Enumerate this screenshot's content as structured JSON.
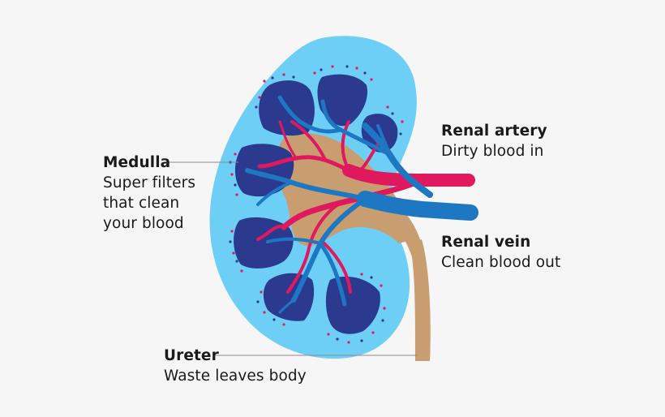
{
  "labels": {
    "medulla": {
      "title": "Medulla",
      "lines": [
        "Super filters",
        "that clean",
        "your blood"
      ]
    },
    "renal_artery": {
      "title": "Renal artery",
      "lines": [
        "Dirty blood in"
      ]
    },
    "renal_vein": {
      "title": "Renal vein",
      "lines": [
        "Clean blood out"
      ]
    },
    "ureter": {
      "title": "Ureter",
      "lines": [
        "Waste leaves body"
      ]
    }
  },
  "colors": {
    "background": "#f6f6f6",
    "kidney_cortex": "#6ecff6",
    "pelvis": "#c89d6f",
    "pyramid": "#2b3a8f",
    "vein": "#1e77c2",
    "artery": "#e0195f",
    "leader_line": "#8a8a8a"
  }
}
